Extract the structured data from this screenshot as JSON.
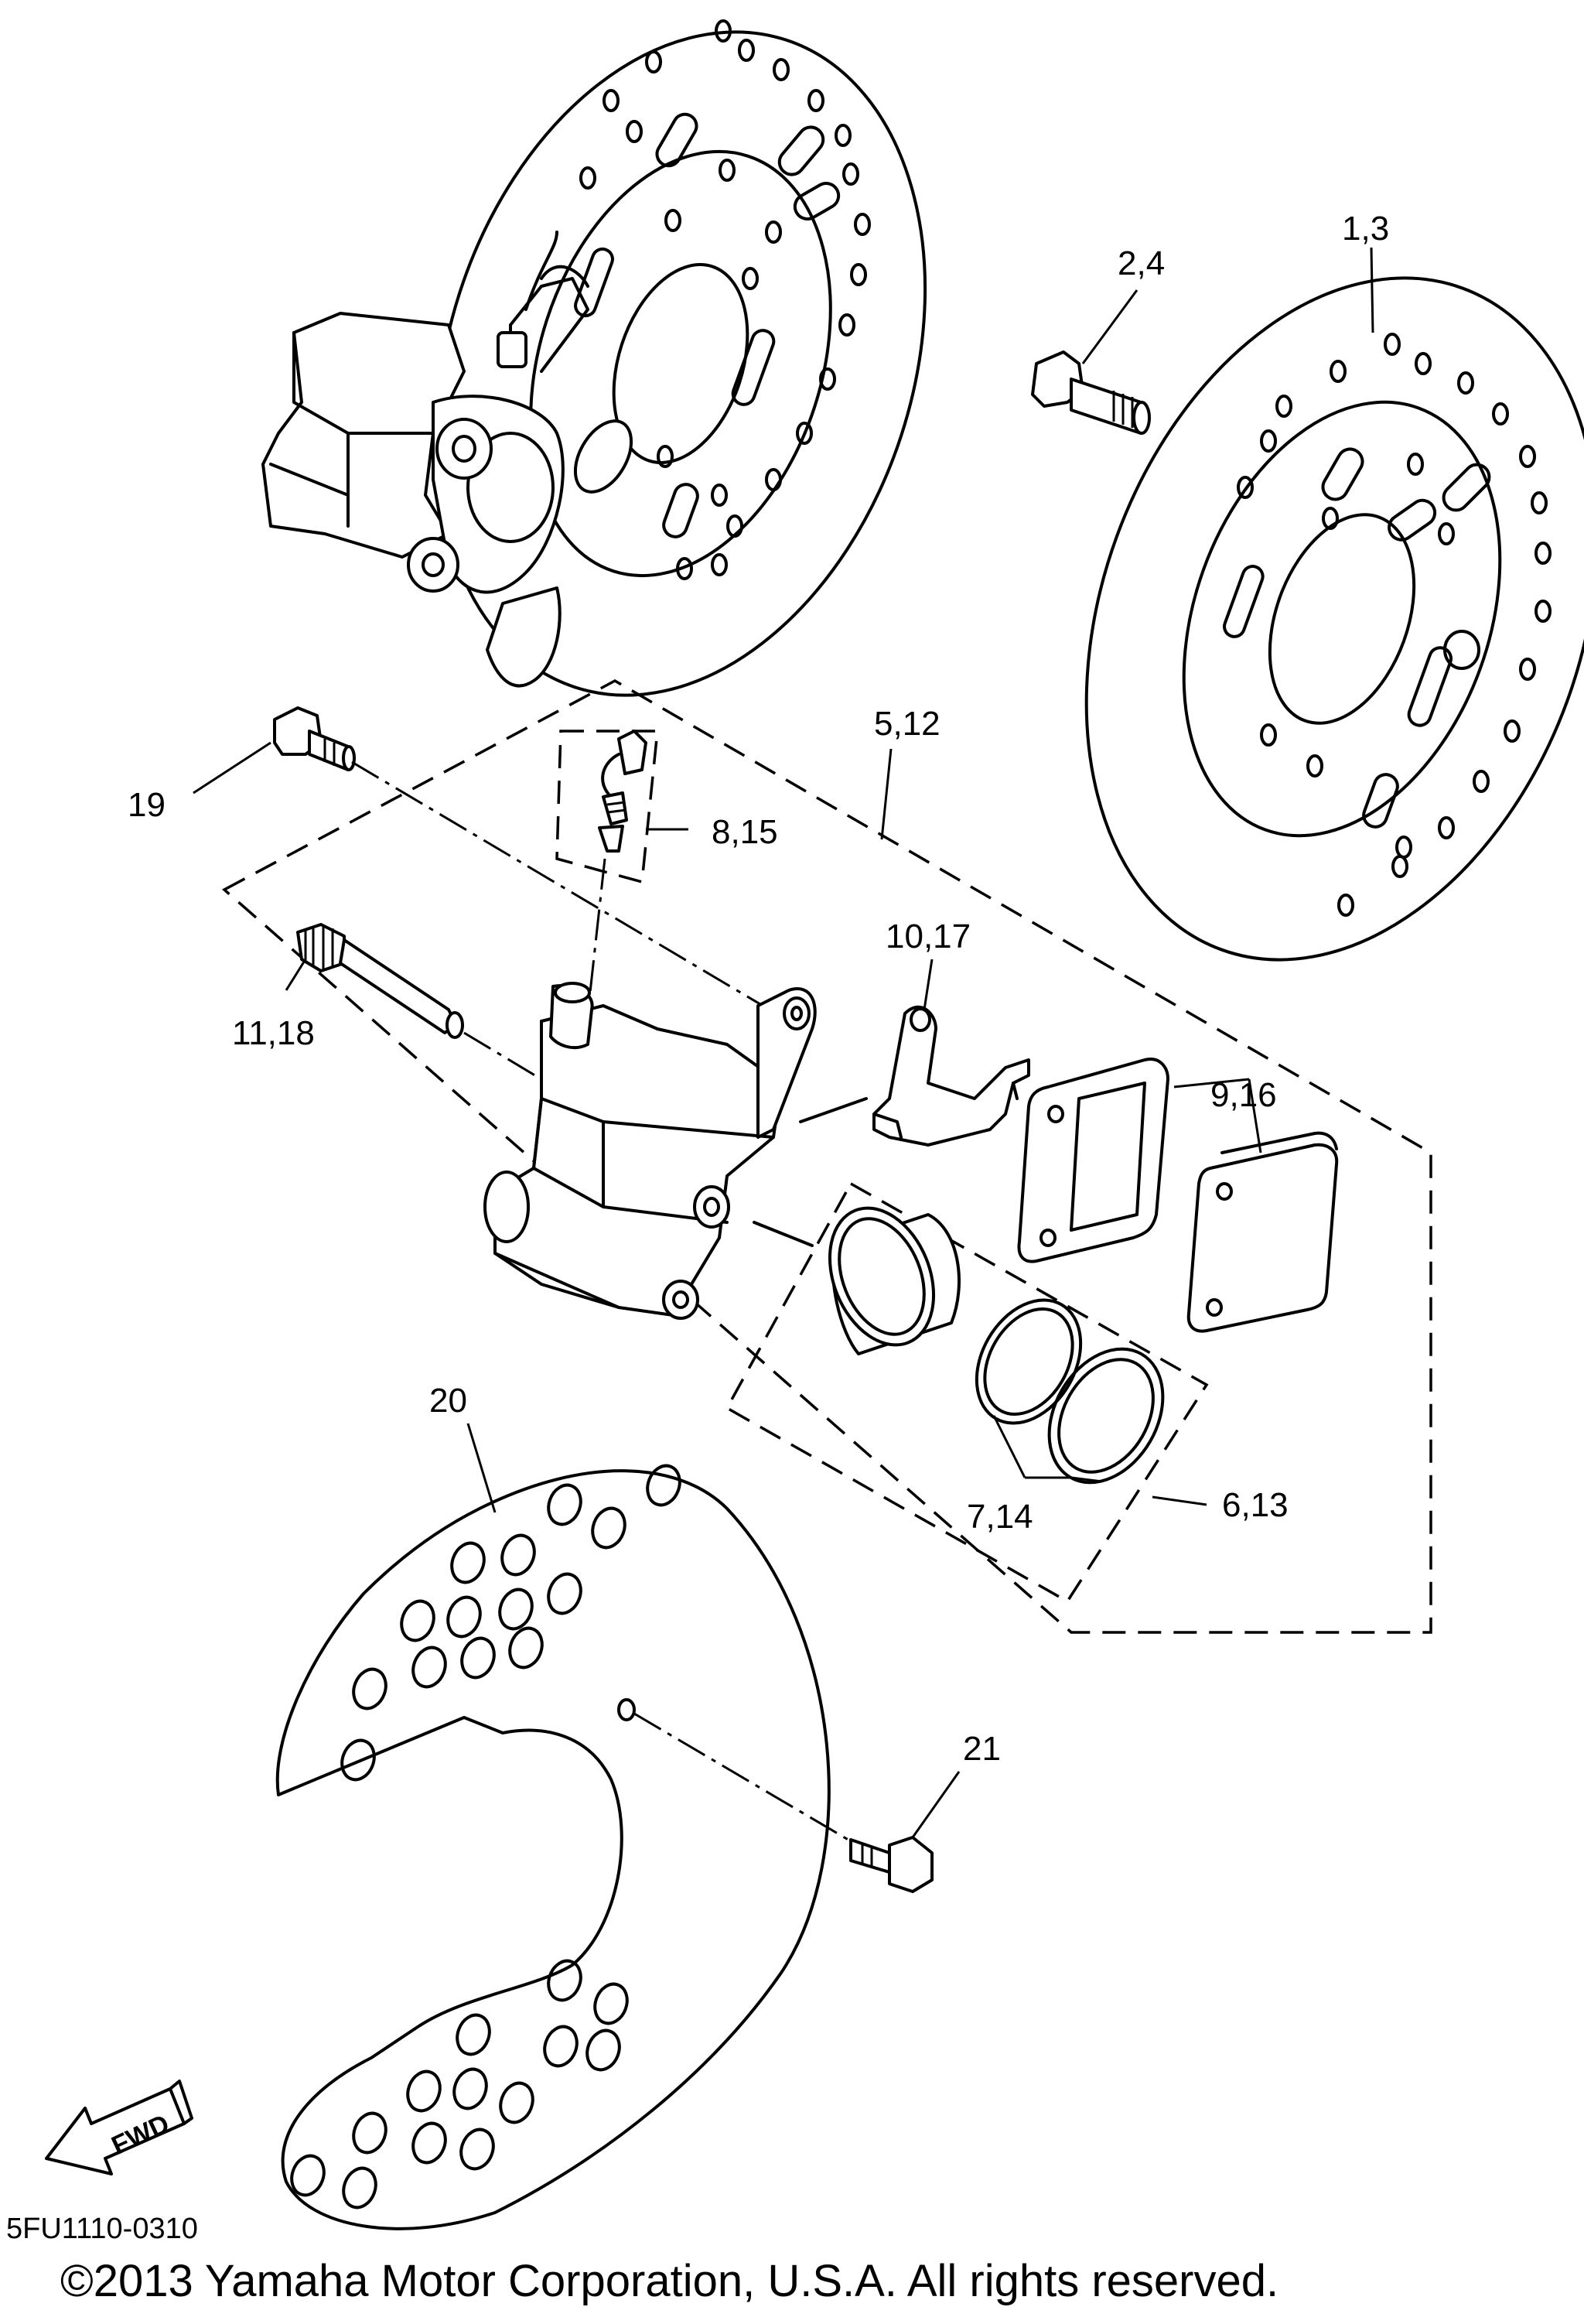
{
  "callouts": {
    "c1_3": "1,3",
    "c2_4": "2,4",
    "c5_12": "5,12",
    "c6_13": "6,13",
    "c7_14": "7,14",
    "c8_15": "8,15",
    "c9_16": "9,16",
    "c10_17": "10,17",
    "c11_18": "11,18",
    "c19": "19",
    "c20": "20",
    "c21": "21"
  },
  "fwd_label": "FWD",
  "diagram_code": "5FU1110-0310",
  "copyright": "©2013 Yamaha Motor Corporation, U.S.A. All rights reserved."
}
